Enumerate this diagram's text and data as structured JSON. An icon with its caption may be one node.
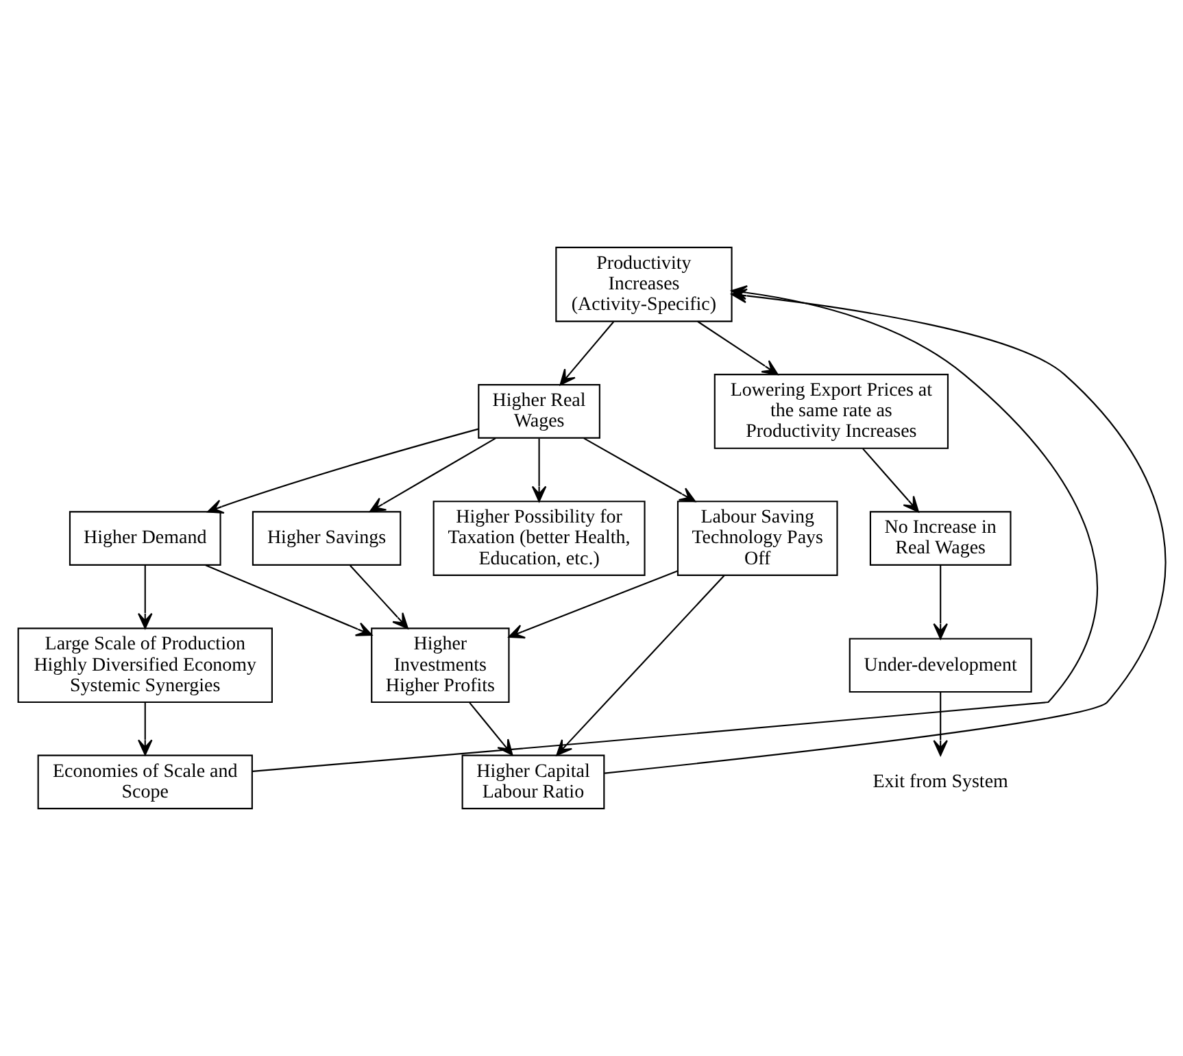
{
  "diagram": {
    "nodes": [
      {
        "text": [
          "Productivity Increases (Activity-Specific)"
        ]
      },
      {
        "text": [
          "Higher Real Wages"
        ]
      },
      {
        "text": [
          "Lowering Export Prices at the same rate as Productivity Increases"
        ]
      },
      {
        "text": [
          "Higher Demand"
        ]
      },
      {
        "text": [
          "Higher Savings"
        ]
      },
      {
        "text": [
          "Higher Possibility for Taxation (better Health, Education, etc.)"
        ]
      },
      {
        "text": [
          "Labour Saving Technology Pays Off"
        ]
      },
      {
        "text": [
          "No Increase in Real Wages"
        ]
      },
      {
        "text": [
          "Large Scale of Production Highly Diversified Economy Systemic Synergies"
        ]
      },
      {
        "text": [
          "Higher Investments Higher Profits"
        ]
      },
      {
        "text": [
          "Under-development"
        ]
      },
      {
        "text": [
          "Economies of Scale and Scope"
        ]
      },
      {
        "text": [
          "Higher Capital Labour Ratio"
        ]
      },
      {
        "text": [
          "Exit from System"
        ]
      }
    ],
    "edges": [
      {
        "from": 0,
        "to": 1,
        "arrow": "to"
      },
      {
        "from": 0,
        "to": 2,
        "arrow": "to"
      },
      {
        "from": 1,
        "to": 3,
        "arrow": "to"
      },
      {
        "from": 1,
        "to": 4,
        "arrow": "to"
      },
      {
        "from": 1,
        "to": 5,
        "arrow": "to"
      },
      {
        "from": 1,
        "to": 6,
        "arrow": "to"
      },
      {
        "from": 2,
        "to": 7,
        "arrow": "to"
      },
      {
        "from": 3,
        "to": 8,
        "arrow": "to"
      },
      {
        "from": 3,
        "to": 9,
        "arrow": "to"
      },
      {
        "from": 4,
        "to": 9,
        "arrow": "to"
      },
      {
        "from": 6,
        "to": 9,
        "arrow": "to"
      },
      {
        "from": 6,
        "to": 12,
        "arrow": "to"
      },
      {
        "from": 7,
        "to": 10,
        "arrow": "to"
      },
      {
        "from": 8,
        "to": 11,
        "arrow": "to"
      },
      {
        "from": 9,
        "to": 12,
        "arrow": "to"
      },
      {
        "from": 10,
        "to": 13,
        "arrow": "to"
      },
      {
        "from": 11,
        "to": 0,
        "arrow": "to"
      },
      {
        "from": 12,
        "to": 0,
        "arrow": "to"
      }
    ]
  }
}
